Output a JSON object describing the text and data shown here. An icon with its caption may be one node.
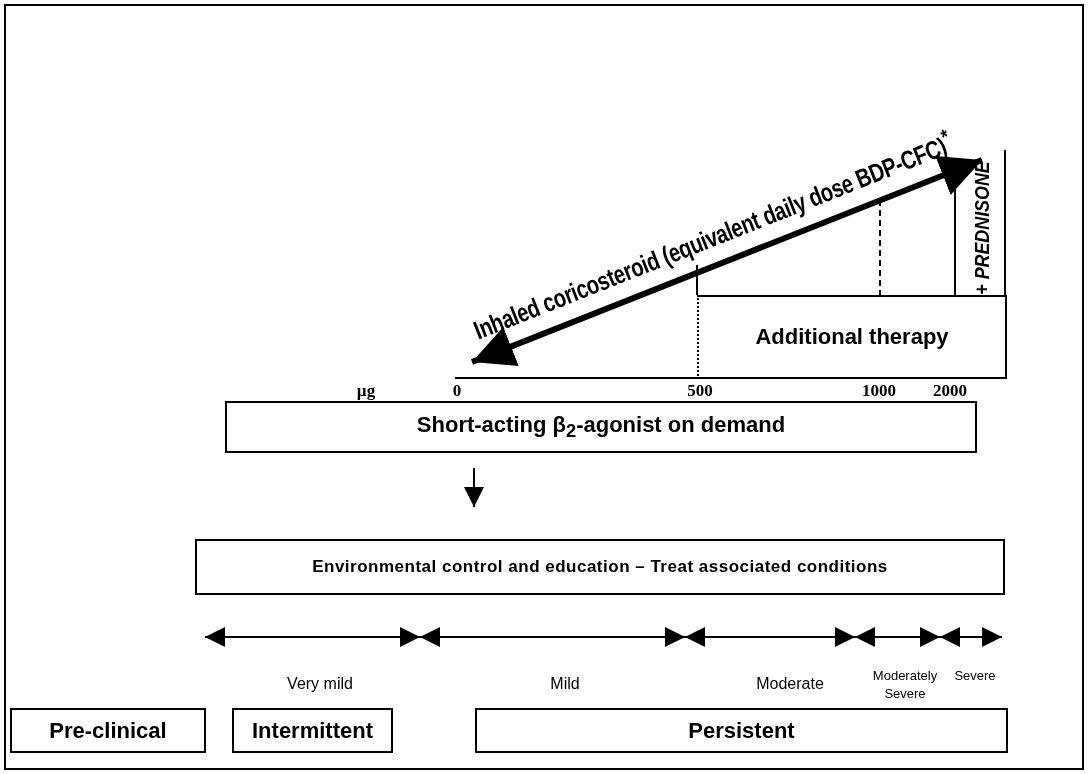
{
  "diagram": {
    "nodes": [
      {
        "text": [
          "Additional therapy"
        ]
      },
      {
        "text": [
          "Short-acting β$_{2}$-agonist on demand"
        ]
      },
      {
        "text": [
          "Environmental control and education – Treat associated conditions"
        ]
      },
      {
        "text": [
          "Pre-clinical"
        ]
      },
      {
        "text": [
          "Intermittent"
        ]
      },
      {
        "text": [
          "Persistent"
        ]
      }
    ],
    "edges": [
      {
        "from": 1,
        "to": 2,
        "arrow": "to"
      }
    ],
    "labels": [
      "Inhaled coricosteroid (equivalent daily dose BDP-CFC)$^{*}$",
      "+ PREDNISONE",
      "µg",
      "0",
      "500",
      "1000",
      "2000",
      "Very mild",
      "Mild",
      "Moderate",
      "Moderately Severe",
      "Severe"
    ]
  }
}
